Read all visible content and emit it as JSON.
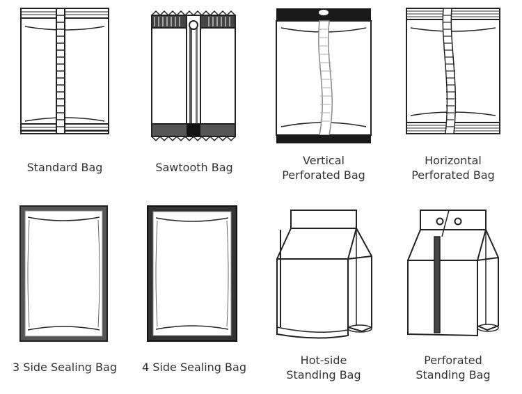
{
  "items": [
    {
      "name": "standard-bag",
      "lines": [
        "Standard Bag"
      ]
    },
    {
      "name": "sawtooth-bag",
      "lines": [
        "Sawtooth Bag"
      ]
    },
    {
      "name": "vertical-perforated-bag",
      "lines": [
        "Vertical",
        "Perforated Bag"
      ]
    },
    {
      "name": "horizontal-perforated-bag",
      "lines": [
        "Horizontal",
        "Perforated Bag"
      ]
    },
    {
      "name": "3-side-sealing-bag",
      "lines": [
        "3 Side Sealing Bag"
      ]
    },
    {
      "name": "4-side-sealing-bag",
      "lines": [
        "4 Side Sealing Bag"
      ]
    },
    {
      "name": "hot-side-standing-bag",
      "lines": [
        "Hot-side",
        "Standing Bag"
      ]
    },
    {
      "name": "perforated-standing-bag",
      "lines": [
        "Perforated",
        "Standing Bag"
      ]
    }
  ]
}
